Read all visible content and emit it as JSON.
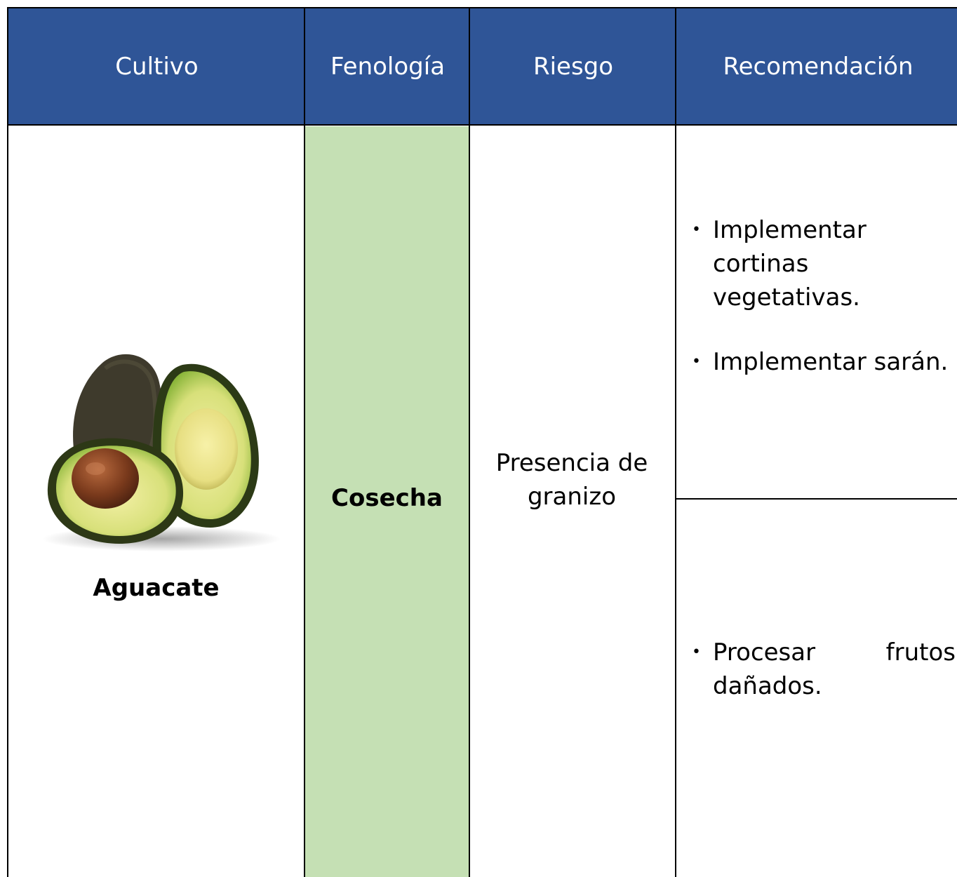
{
  "colors": {
    "header_bg": "#2f5597",
    "header_text": "#ffffff",
    "phenology_fill": "#c5e0b4",
    "border": "#000000"
  },
  "header": {
    "cultivo": "Cultivo",
    "fenologia": "Fenología",
    "riesgo": "Riesgo",
    "recomendacion": "Recomendación"
  },
  "row": {
    "crop_image": "avocado-image",
    "crop_name": "Aguacate",
    "phenology": "Cosecha",
    "risk": "Presencia de granizo",
    "recommendations_top": [
      "Implementar cortinas vegetativas.",
      "Implementar sarán."
    ],
    "recommendation_bottom_word1": "Procesar",
    "recommendation_bottom_word2": "frutos",
    "recommendation_bottom_word3": "dañados."
  }
}
